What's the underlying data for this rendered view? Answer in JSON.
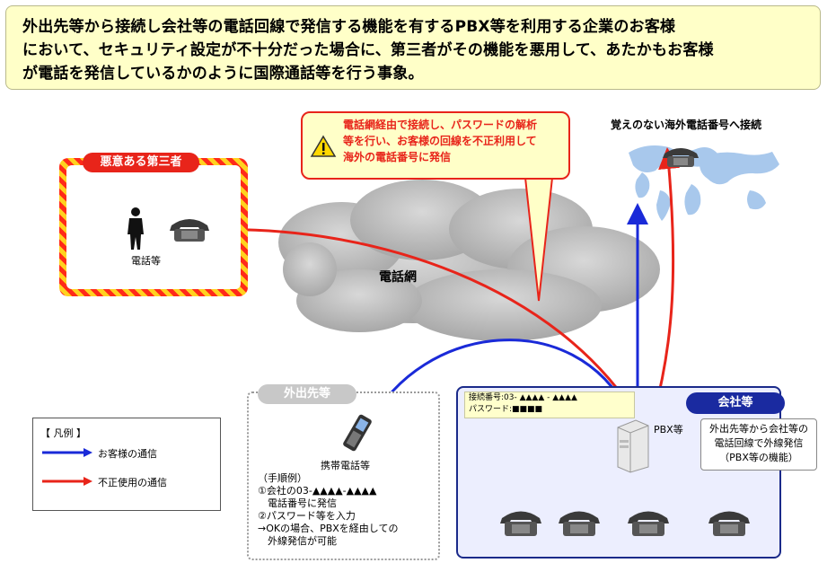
{
  "header": {
    "lines": [
      "外出先等から接続し会社等の電話回線で発信する機能を有するPBX等を利用する企業のお客様",
      "において、セキュリティ設定が不十分だった場合に、第三者がその機能を悪用して、あたかもお客様",
      "が電話を発信しているかのように国際通話等を行う事象。"
    ]
  },
  "attacker": {
    "label": "悪意ある第三者",
    "phone_caption": "電話等"
  },
  "callout": {
    "lines": [
      "電話網経由で接続し、パスワードの解析",
      "等を行い、お客様の回線を不正利用して",
      "海外の電話番号に発信"
    ]
  },
  "overseas": {
    "label": "覚えのない海外電話番号へ接続"
  },
  "network": {
    "label": "電話網"
  },
  "mobile": {
    "label": "外出先等",
    "device_caption": "携帯電話等",
    "steps": [
      "（手順例）",
      "①会社の03-▲▲▲▲-▲▲▲▲",
      "　電話番号に発信",
      "②パスワード等を入力",
      "→OKの場合、PBXを経由しての",
      "　外線発信が可能"
    ]
  },
  "company": {
    "label": "会社等",
    "pbx_label": "PBX等",
    "access_number": "接続番号:03- ▲▲▲▲ - ▲▲▲▲",
    "password": "パスワード:■■■■",
    "function_lines": [
      "外出先等から会社等の",
      "電話回線で外線発信",
      "（PBX等の機能）"
    ]
  },
  "legend": {
    "title": "【 凡例 】",
    "items": [
      {
        "label": "お客様の通信",
        "color": "#1a2ad8"
      },
      {
        "label": "不正使用の通信",
        "color": "#e8241a"
      }
    ]
  },
  "colors": {
    "customer_line": "#1a2ad8",
    "fraud_line": "#e8241a",
    "warning": "#e8241a",
    "callout_fill": "#ffffc8"
  }
}
